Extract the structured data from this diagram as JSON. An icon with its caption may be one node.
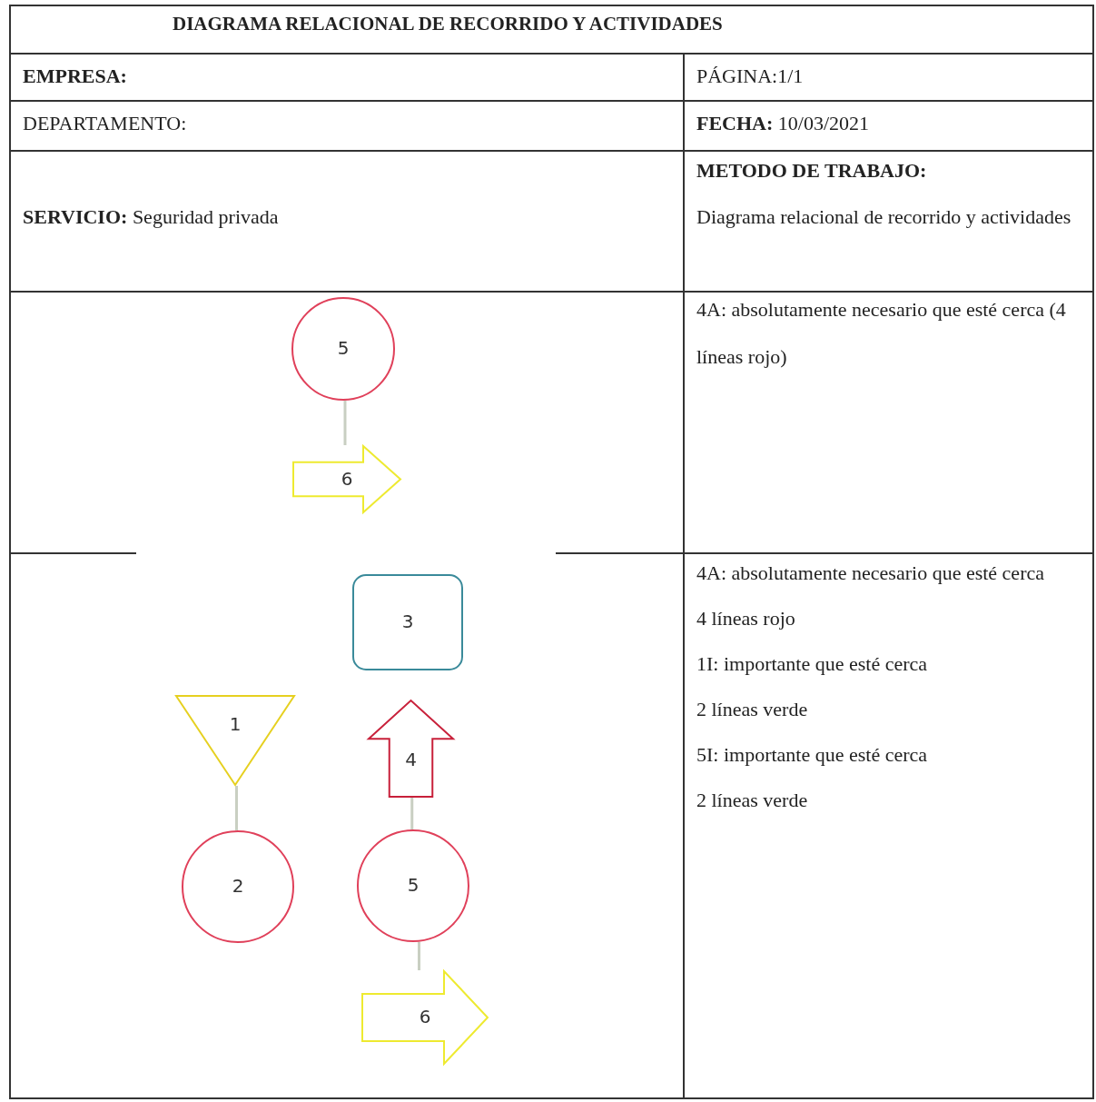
{
  "diagram": {
    "title": "DIAGRAMA RELACIONAL DE RECORRIDO Y ACTIVIDADES",
    "nodes": [
      {
        "text": [
          "5"
        ]
      },
      {
        "text": [
          "6"
        ]
      },
      {
        "text": [
          "3"
        ]
      },
      {
        "text": [
          "1"
        ]
      },
      {
        "text": [
          "4"
        ]
      },
      {
        "text": [
          "2"
        ]
      },
      {
        "text": [
          "5"
        ]
      },
      {
        "text": [
          "6"
        ]
      }
    ],
    "edges": [
      {
        "from": 0,
        "to": 1,
        "arrow": "none"
      },
      {
        "from": 3,
        "to": 5,
        "arrow": "none"
      },
      {
        "from": 4,
        "to": 6,
        "arrow": "none"
      },
      {
        "from": 6,
        "to": 7,
        "arrow": "none"
      }
    ],
    "labels": [
      "EMPRESA:",
      "PÁGINA:1/1",
      "DEPARTAMENTO:",
      "**FECHA:** 10/03/2021",
      "**SERVICIO:** Seguridad privada",
      "METODO DE TRABAJO:",
      "Diagrama relacional de recorrido y actividades",
      "4A: absolutamente necesario que esté cerca (4 líneas rojo)",
      "4A: absolutamente necesario que esté cerca",
      "4 líneas rojo",
      "1I: importante que esté cerca",
      "2 líneas verde",
      "5I: importante que esté cerca",
      "2 líneas verde"
    ]
  }
}
